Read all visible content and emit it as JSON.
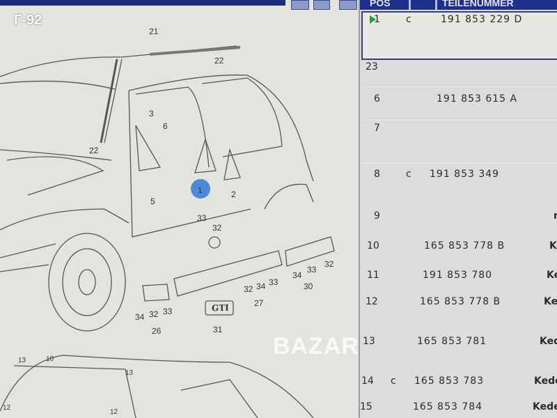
{
  "overlay": {
    "sheet_label": "Г-92",
    "watermark": "BAZAR"
  },
  "table": {
    "headers": [
      "POS",
      "",
      "TEILENUMMER"
    ],
    "rows": [
      {
        "pos": "1",
        "mark": "c",
        "part": "191 853 229 D",
        "desc": ""
      },
      {
        "pos": "23",
        "mark": "",
        "part": "",
        "desc": ""
      },
      {
        "pos": "6",
        "mark": "",
        "part": "191 853 615 A",
        "desc": ""
      },
      {
        "pos": "7",
        "mark": "",
        "part": "",
        "desc": ""
      },
      {
        "pos": "8",
        "mark": "c",
        "part": "191 853 349",
        "desc": ""
      },
      {
        "pos": "9",
        "mark": "",
        "part": "",
        "desc": "n"
      },
      {
        "pos": "10",
        "mark": "",
        "part": "165 853 778 B",
        "desc": "Ke"
      },
      {
        "pos": "11",
        "mark": "",
        "part": "191 853 780",
        "desc": "Ke"
      },
      {
        "pos": "12",
        "mark": "",
        "part": "165 853 778 B",
        "desc": "Kee"
      },
      {
        "pos": "13",
        "mark": "",
        "part": "165 853 781",
        "desc": "Ked"
      },
      {
        "pos": "14",
        "mark": "c",
        "part": "165 853 783",
        "desc": "Kede"
      },
      {
        "pos": "15",
        "mark": "",
        "part": "165 853 784",
        "desc": "Keder"
      }
    ]
  },
  "diagram": {
    "callouts": [
      "21",
      "22",
      "22",
      "3",
      "6",
      "5",
      "1",
      "2",
      "33",
      "32",
      "34",
      "32",
      "33",
      "26",
      "32",
      "34",
      "33",
      "27",
      "34",
      "33",
      "32",
      "30",
      "31",
      "13",
      "10",
      "13",
      "12",
      "12"
    ],
    "badge_text": "GTI"
  }
}
